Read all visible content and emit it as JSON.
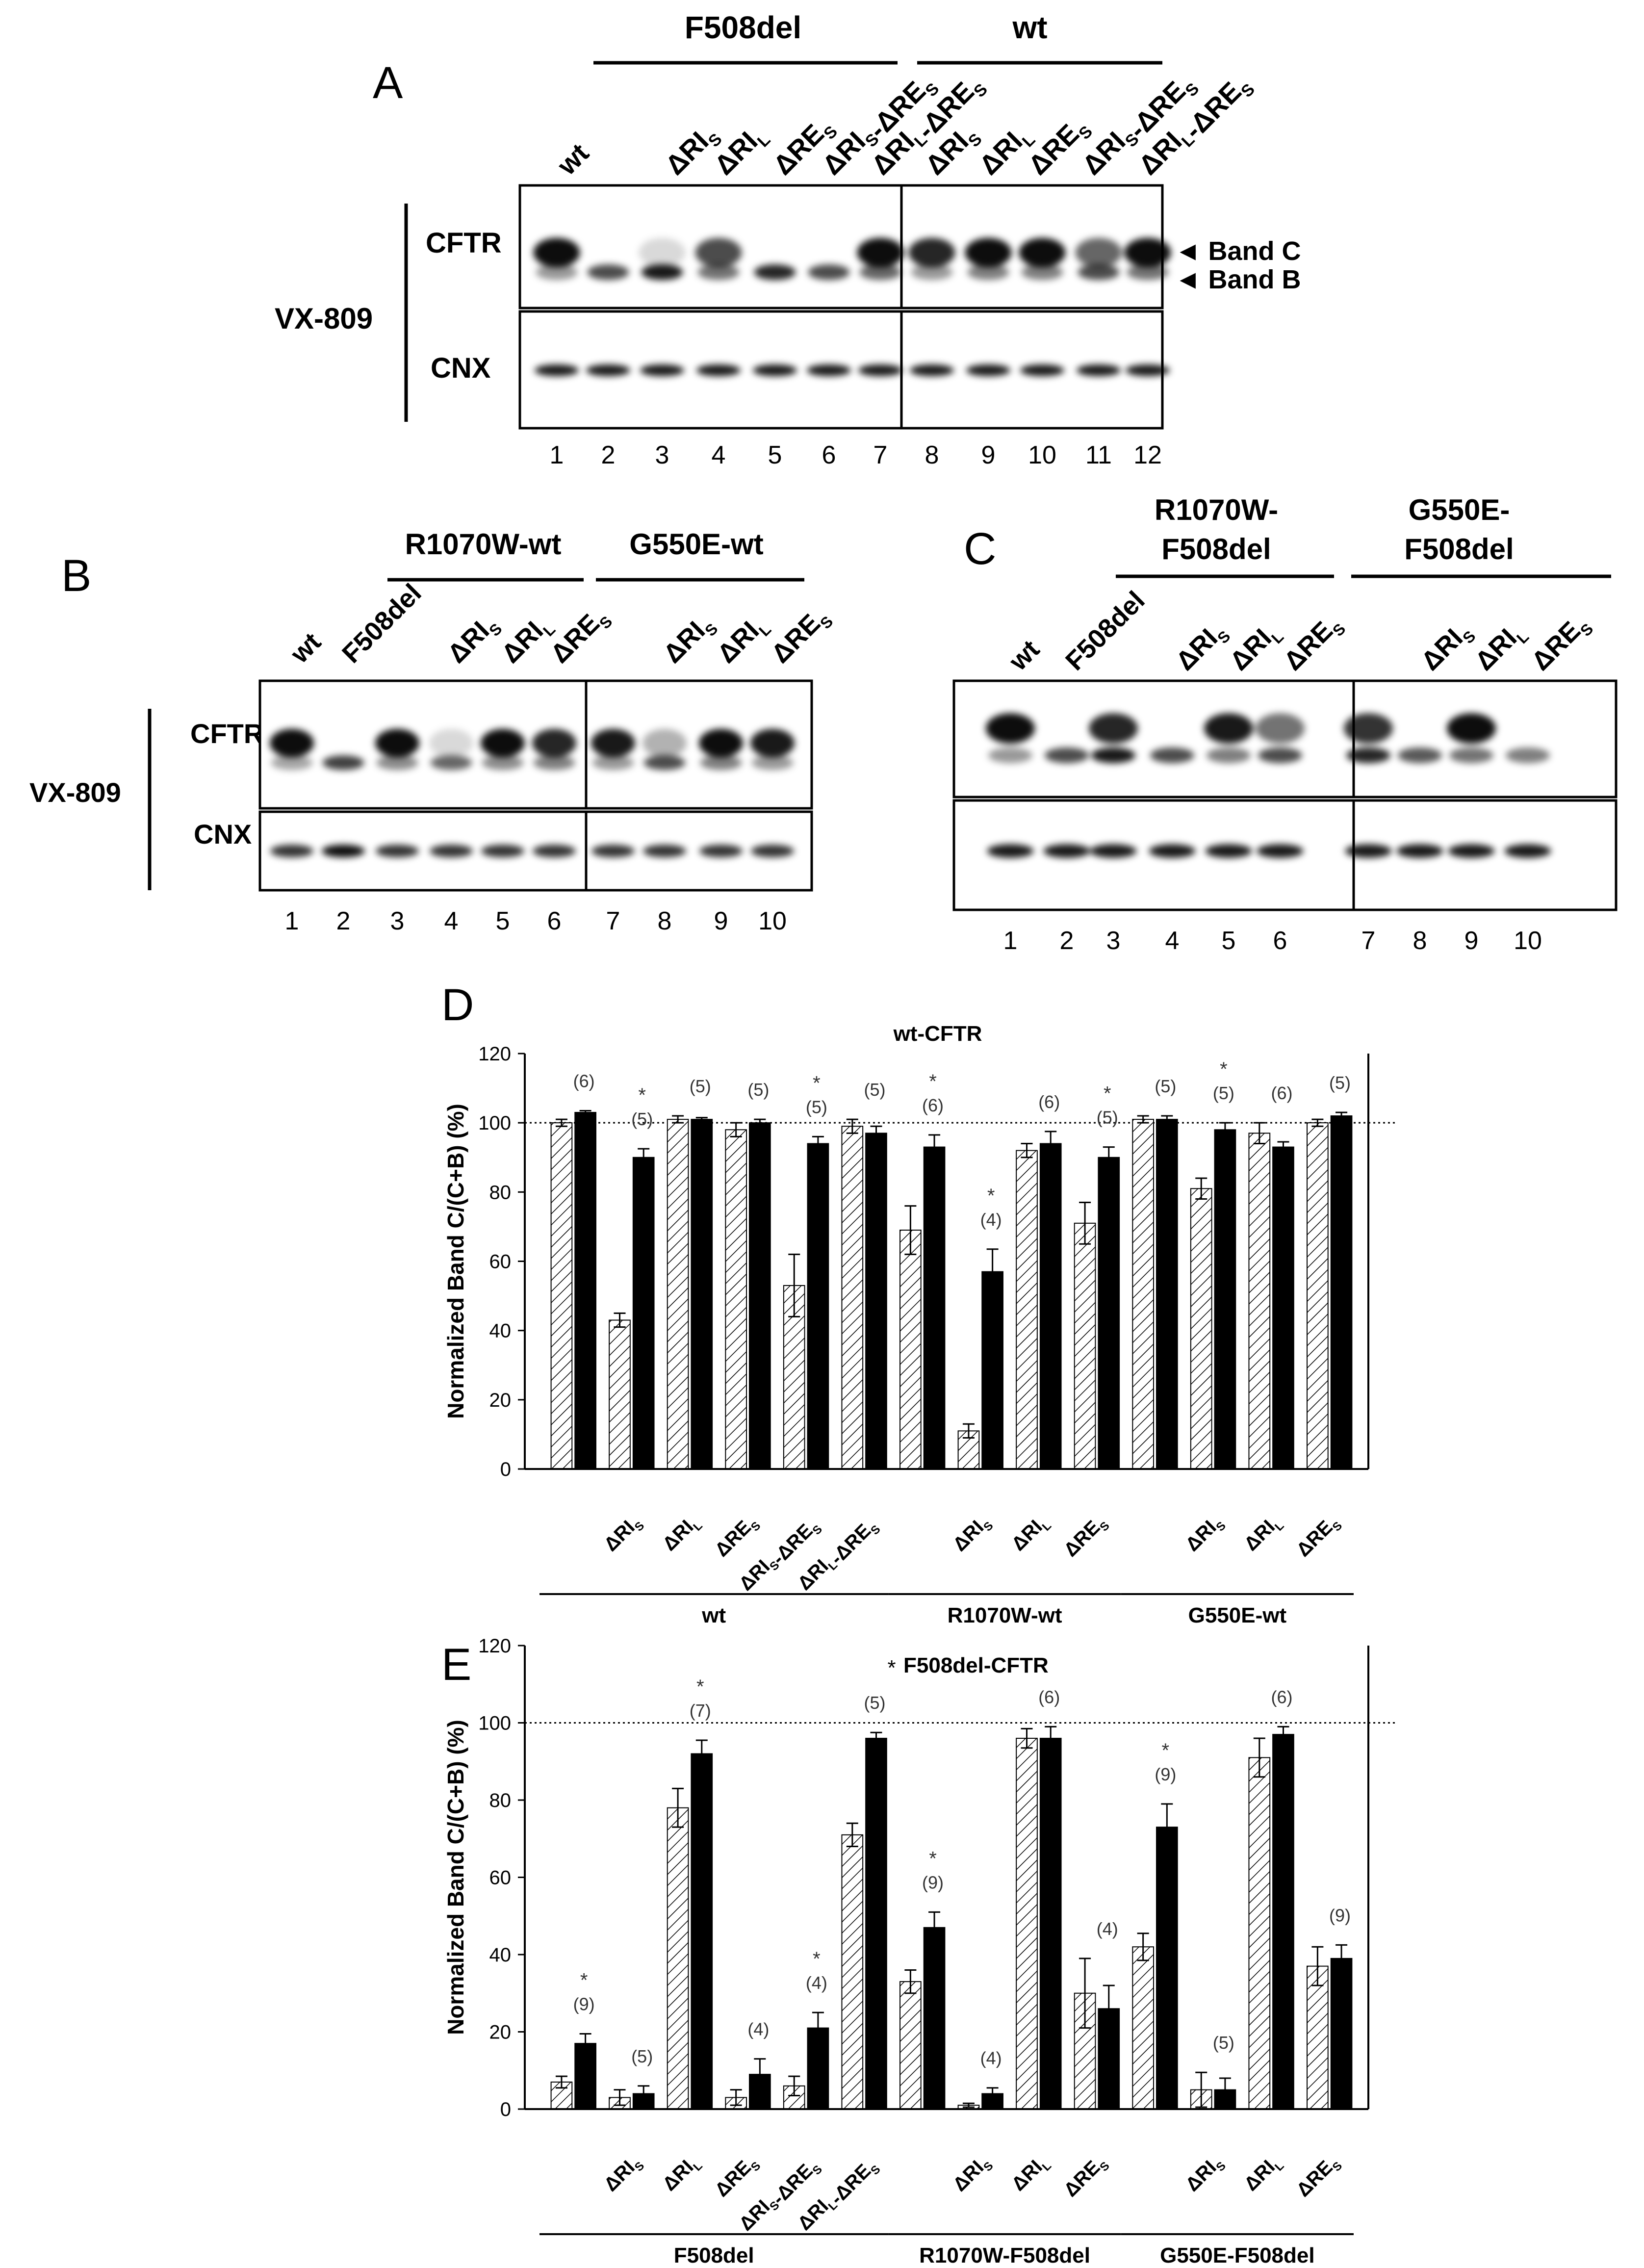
{
  "panel_letters": {
    "a": "A",
    "b": "B",
    "c": "C",
    "d": "D",
    "e": "E"
  },
  "panel_a": {
    "groups": [
      "F508del",
      "wt"
    ],
    "lane_labels": [
      "wt",
      "ΔRI",
      "ΔRI",
      "ΔRE",
      "ΔRI -ΔRE",
      "ΔRI -ΔRE",
      "ΔRI",
      "ΔRI",
      "ΔRE",
      "ΔRI -ΔRE",
      "ΔRI -ΔRE"
    ],
    "lane_subscripts": [
      "",
      "S",
      "L",
      "S",
      "S S",
      "L S",
      "S",
      "L",
      "S",
      "S S",
      "L S"
    ],
    "treatment": "VX-809",
    "row_labels": [
      "CFTR",
      "CNX"
    ],
    "band_labels": [
      "Band C",
      "Band B"
    ],
    "lane_numbers": [
      "1",
      "2",
      "3",
      "4",
      "5",
      "6",
      "7",
      "8",
      "9",
      "10",
      "11",
      "12"
    ]
  },
  "panel_b": {
    "groups": [
      "R1070W-wt",
      "G550E-wt"
    ],
    "lane_labels": [
      "wt",
      "F508del",
      "ΔRI",
      "ΔRI",
      "ΔRE",
      "ΔRI",
      "ΔRI",
      "ΔRE"
    ],
    "lane_subscripts": [
      "",
      "",
      "S",
      "L",
      "S",
      "S",
      "L",
      "S"
    ],
    "treatment": "VX-809",
    "row_labels": [
      "CFTR",
      "CNX"
    ],
    "lane_numbers": [
      "1",
      "2",
      "3",
      "4",
      "5",
      "6",
      "7",
      "8",
      "9",
      "10"
    ]
  },
  "panel_c": {
    "groups": [
      "R1070W-",
      "F508del",
      "G550E-",
      "F508del"
    ],
    "lane_labels": [
      "wt",
      "F508del",
      "ΔRI",
      "ΔRI",
      "ΔRE",
      "ΔRI",
      "ΔRI",
      "ΔRE"
    ],
    "lane_subscripts": [
      "",
      "",
      "S",
      "L",
      "S",
      "S",
      "L",
      "S"
    ],
    "lane_numbers": [
      "1",
      "2",
      "3",
      "4",
      "5",
      "6",
      "7",
      "8",
      "9",
      "10"
    ]
  },
  "colors": {
    "bar_treated": "#000000",
    "bar_untreated_hatch": "#000000",
    "reference_line": "#000000"
  },
  "chart_data": [
    {
      "type": "bar",
      "title": "wt-CFTR",
      "ylabel": "Normalized Band C/(C+B) (%)",
      "ylim": [
        0,
        120
      ],
      "yticks": [
        "0",
        "20",
        "40",
        "60",
        "80",
        "100",
        "120"
      ],
      "reference_line": 100,
      "grid": false,
      "categories": [
        "ΔRIS",
        "ΔRIL",
        "ΔRES",
        "ΔRIS-ΔRES",
        "ΔRIL-ΔRES",
        "ΔRIS",
        "ΔRIL",
        "ΔRES",
        "ΔRIS",
        "ΔRIL",
        "ΔRES"
      ],
      "category_base": [
        "ΔRI",
        "ΔRI",
        "ΔRE",
        "ΔRI -ΔRE",
        "ΔRI -ΔRE",
        "ΔRI",
        "ΔRI",
        "ΔRE",
        "ΔRI",
        "ΔRI",
        "ΔRE"
      ],
      "category_sub": [
        "S",
        "L",
        "S",
        "S S",
        "L S",
        "S",
        "L",
        "S",
        "S",
        "L",
        "S"
      ],
      "groups": [
        {
          "label": "wt",
          "categories": [
            "",
            "ΔRIS",
            "ΔRIL",
            "ΔRES",
            "ΔRIS-ΔRES",
            "ΔRIL-ΔRES"
          ]
        },
        {
          "label": "R1070W-wt",
          "categories": [
            "ΔRIS",
            "ΔRIL",
            "ΔRES"
          ]
        },
        {
          "label": "G550E-wt",
          "categories": [
            "ΔRIS",
            "ΔRIL",
            "ΔRES"
          ]
        }
      ],
      "group_labels": [
        "wt",
        "R1070W-wt",
        "G550E-wt"
      ],
      "series": [
        {
          "style": "hatched",
          "values": [
            100,
            43,
            101,
            98,
            53,
            99,
            69,
            11,
            92,
            71,
            101,
            81,
            97,
            100
          ]
        },
        {
          "style": "solid",
          "values": [
            103,
            90,
            101,
            100,
            94,
            97,
            93,
            57,
            94,
            90,
            101,
            98,
            93,
            102
          ]
        }
      ],
      "errors": [
        [
          1,
          2,
          1,
          2,
          9,
          2,
          7,
          2,
          2,
          6,
          1,
          3,
          3,
          1
        ],
        [
          0.5,
          2.5,
          0.5,
          1,
          2,
          2,
          3.5,
          6.5,
          3.5,
          3,
          1,
          2,
          1.5,
          1
        ]
      ],
      "n_labels": [
        "(6)",
        "(5)",
        "(5)",
        "(5)",
        "(5)",
        "(5)",
        "(6)",
        "(4)",
        "(6)",
        "(5)",
        "(5)",
        "(5)",
        "(6)",
        "(5)"
      ],
      "asterisks": [
        "",
        "*",
        "",
        "",
        "*",
        "",
        "*",
        "*",
        "",
        "*",
        "",
        "*",
        "",
        ""
      ]
    },
    {
      "type": "bar",
      "title": "F508del-CFTR",
      "title_prefix": "*",
      "ylabel": "Normalized Band C/(C+B) (%)",
      "ylim": [
        0,
        120
      ],
      "yticks": [
        "0",
        "20",
        "40",
        "60",
        "80",
        "100",
        "120"
      ],
      "reference_line": 100,
      "grid": false,
      "categories": [
        "ΔRIS",
        "ΔRIL",
        "ΔRES",
        "ΔRIS-ΔRES",
        "ΔRIL-ΔRES",
        "ΔRIS",
        "ΔRIL",
        "ΔRES",
        "ΔRIS",
        "ΔRIL",
        "ΔRES"
      ],
      "category_base": [
        "ΔRI",
        "ΔRI",
        "ΔRE",
        "ΔRI -ΔRE",
        "ΔRI -ΔRE",
        "ΔRI",
        "ΔRI",
        "ΔRE",
        "ΔRI",
        "ΔRI",
        "ΔRE"
      ],
      "category_sub": [
        "S",
        "L",
        "S",
        "S S",
        "L S",
        "S",
        "L",
        "S",
        "S",
        "L",
        "S"
      ],
      "group_labels": [
        "F508del",
        "R1070W-F508del",
        "G550E-F508del"
      ],
      "series": [
        {
          "style": "hatched",
          "values": [
            7,
            3,
            78,
            3,
            6,
            71,
            33,
            1,
            96,
            30,
            42,
            5,
            91,
            37
          ]
        },
        {
          "style": "solid",
          "values": [
            17,
            4,
            92,
            9,
            21,
            96,
            47,
            4,
            96,
            26,
            73,
            5,
            97,
            39
          ]
        }
      ],
      "errors": [
        [
          1.5,
          2,
          5,
          2,
          2.5,
          3,
          3,
          0.5,
          2.5,
          9,
          3.5,
          4.5,
          5,
          5
        ],
        [
          2.5,
          2,
          3.5,
          4,
          4,
          1.5,
          4,
          1.5,
          3,
          6,
          6,
          3,
          2,
          3.5
        ]
      ],
      "n_labels": [
        "(9)",
        "(5)",
        "(7)",
        "(4)",
        "(4)",
        "(5)",
        "(9)",
        "(4)",
        "(6)",
        "(4)",
        "(9)",
        "(5)",
        "(6)",
        "(9)"
      ],
      "asterisks": [
        "*",
        "",
        "*",
        "",
        "*",
        "",
        "*",
        "",
        "",
        "",
        "*",
        "",
        "",
        ""
      ]
    }
  ]
}
